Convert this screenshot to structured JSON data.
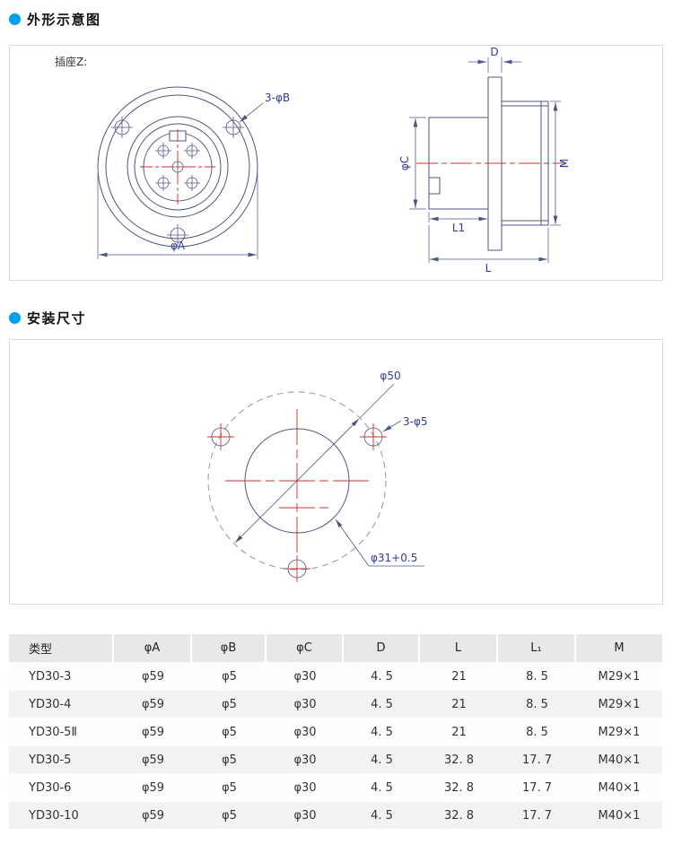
{
  "theme": {
    "accent": "#00a0e9",
    "line": "#4d5680",
    "label": "#2f3f8f",
    "red": "#c8342a",
    "mauve": "#a786a7",
    "frame_border": "#d9d9d9",
    "table_header_bg": "#e8e8e8",
    "row_alt_bg": "#f2f2f2"
  },
  "sections": {
    "outline": {
      "title": "外形示意图"
    },
    "mounting": {
      "title": "安装尺寸"
    }
  },
  "outline_diagram": {
    "socket_label": "插座Z:",
    "front": {
      "hole_dim": "3-φB",
      "diameter_dim": "φA"
    },
    "side": {
      "d": "D",
      "phi_c": "φC",
      "m": "M",
      "l1": "L1",
      "l": "L"
    }
  },
  "mounting_diagram": {
    "bolt_circle_dim": "φ50",
    "hole_dim": "3-φ5",
    "center_hole_dim": "φ31+0.5"
  },
  "table": {
    "headers": [
      "类型",
      "φA",
      "φB",
      "φC",
      "D",
      "L",
      "L₁",
      "M"
    ],
    "rows": [
      [
        "YD30-3",
        "φ59",
        "φ5",
        "φ30",
        "4. 5",
        "21",
        "8. 5",
        "M29×1"
      ],
      [
        "YD30-4",
        "φ59",
        "φ5",
        "φ30",
        "4. 5",
        "21",
        "8. 5",
        "M29×1"
      ],
      [
        "YD30-5Ⅱ",
        "φ59",
        "φ5",
        "φ30",
        "4. 5",
        "21",
        "8. 5",
        "M29×1"
      ],
      [
        "YD30-5",
        "φ59",
        "φ5",
        "φ30",
        "4. 5",
        "32. 8",
        "17. 7",
        "M40×1"
      ],
      [
        "YD30-6",
        "φ59",
        "φ5",
        "φ30",
        "4. 5",
        "32. 8",
        "17. 7",
        "M40×1"
      ],
      [
        "YD30-10",
        "φ59",
        "φ5",
        "φ30",
        "4. 5",
        "32. 8",
        "17. 7",
        "M40×1"
      ]
    ]
  }
}
